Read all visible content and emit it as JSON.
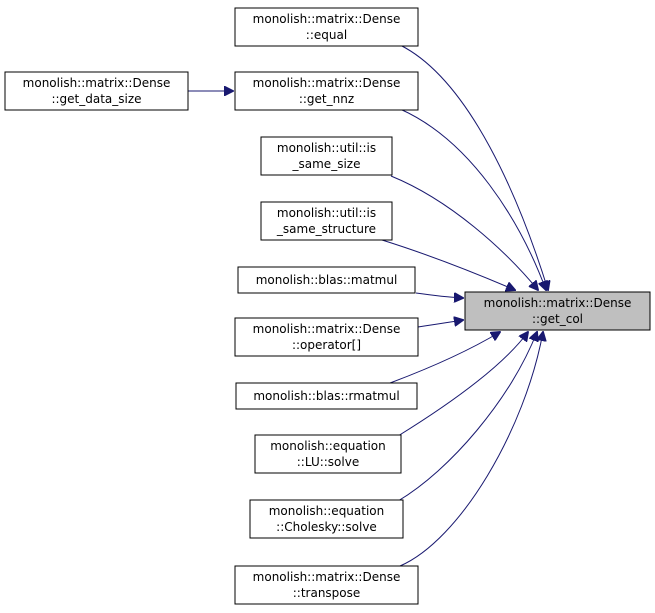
{
  "colors": {
    "edge": "#191970",
    "node_border": "#000000",
    "node_fill": "#ffffff",
    "target_fill": "#bfbfbf",
    "text": "#000000"
  },
  "target": {
    "id": "get_col",
    "line1": "monolish::matrix::Dense",
    "line2": "::get_col"
  },
  "nodes": [
    {
      "id": "equal",
      "line1": "monolish::matrix::Dense",
      "line2": "::equal"
    },
    {
      "id": "get_data_size",
      "line1": "monolish::matrix::Dense",
      "line2": "::get_data_size"
    },
    {
      "id": "get_nnz",
      "line1": "monolish::matrix::Dense",
      "line2": "::get_nnz"
    },
    {
      "id": "is_same_size",
      "line1": "monolish::util::is",
      "line2": "_same_size"
    },
    {
      "id": "is_same_structure",
      "line1": "monolish::util::is",
      "line2": "_same_structure"
    },
    {
      "id": "matmul",
      "line1": "monolish::blas::matmul",
      "line2": ""
    },
    {
      "id": "operator",
      "line1": "monolish::matrix::Dense",
      "line2": "::operator[]"
    },
    {
      "id": "rmatmul",
      "line1": "monolish::blas::rmatmul",
      "line2": ""
    },
    {
      "id": "lu_solve",
      "line1": "monolish::equation",
      "line2": "::LU::solve"
    },
    {
      "id": "cholesky_solve",
      "line1": "monolish::equation",
      "line2": "::Cholesky::solve"
    },
    {
      "id": "transpose",
      "line1": "monolish::matrix::Dense",
      "line2": "::transpose"
    }
  ],
  "edges": [
    {
      "from": "equal",
      "to": "get_col"
    },
    {
      "from": "get_nnz",
      "to": "get_col"
    },
    {
      "from": "get_data_size",
      "to": "get_nnz"
    },
    {
      "from": "is_same_size",
      "to": "get_col"
    },
    {
      "from": "is_same_structure",
      "to": "get_col"
    },
    {
      "from": "matmul",
      "to": "get_col"
    },
    {
      "from": "operator",
      "to": "get_col"
    },
    {
      "from": "rmatmul",
      "to": "get_col"
    },
    {
      "from": "lu_solve",
      "to": "get_col"
    },
    {
      "from": "cholesky_solve",
      "to": "get_col"
    },
    {
      "from": "transpose",
      "to": "get_col"
    }
  ]
}
